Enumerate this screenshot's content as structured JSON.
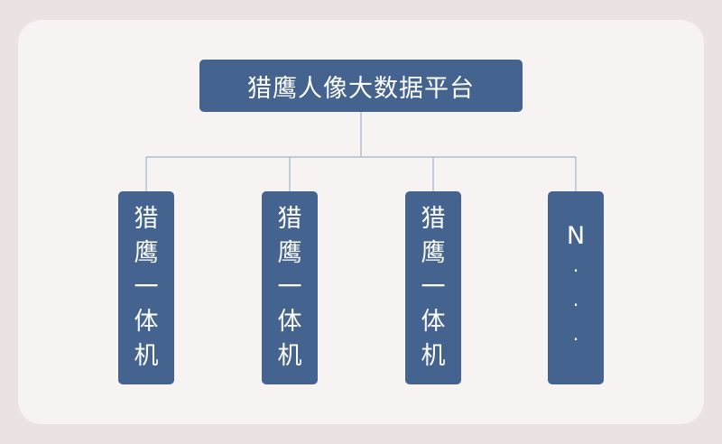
{
  "root": {
    "label": "猎鹰人像大数据平台"
  },
  "children": [
    {
      "chars": [
        "猎",
        "鹰",
        "一",
        "体",
        "机"
      ]
    },
    {
      "chars": [
        "猎",
        "鹰",
        "一",
        "体",
        "机"
      ]
    },
    {
      "chars": [
        "猎",
        "鹰",
        "一",
        "体",
        "机"
      ]
    },
    {
      "chars": [
        "N",
        "·",
        "·",
        "·"
      ]
    }
  ],
  "colors": {
    "background": "#ebe3e1",
    "panel": "#f6f3f2",
    "box": "#44638f",
    "box_text": "#ffffff",
    "connector": "#9fb5cc"
  }
}
